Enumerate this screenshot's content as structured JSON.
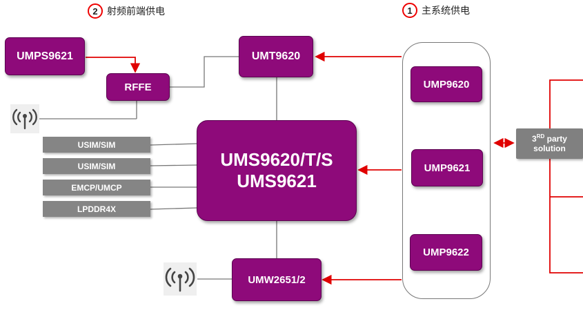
{
  "legend": [
    {
      "num": "2",
      "text": "射频前端供电"
    },
    {
      "num": "1",
      "text": "主系统供电"
    }
  ],
  "blocks": {
    "umps": "UMPS9621",
    "umt": "UMT9620",
    "rffe": "RFFE",
    "main_line1": "UMS9620/T/S",
    "main_line2": "UMS9621",
    "umw": "UMW2651/2",
    "ump1": "UMP9620",
    "ump2": "UMP9621",
    "ump3": "UMP9622",
    "third_party_pre": "3",
    "third_party_sup": "RD",
    "third_party_post": " party",
    "third_party_line2": "solution"
  },
  "memory": [
    "USIM/SIM",
    "USIM/SIM",
    "EMCP/UMCP",
    "LPDDR4X"
  ],
  "colors": {
    "chip": "#8e0a7a",
    "power_arrow": "#e00000",
    "connector": "#777777",
    "memory": "#858585"
  }
}
